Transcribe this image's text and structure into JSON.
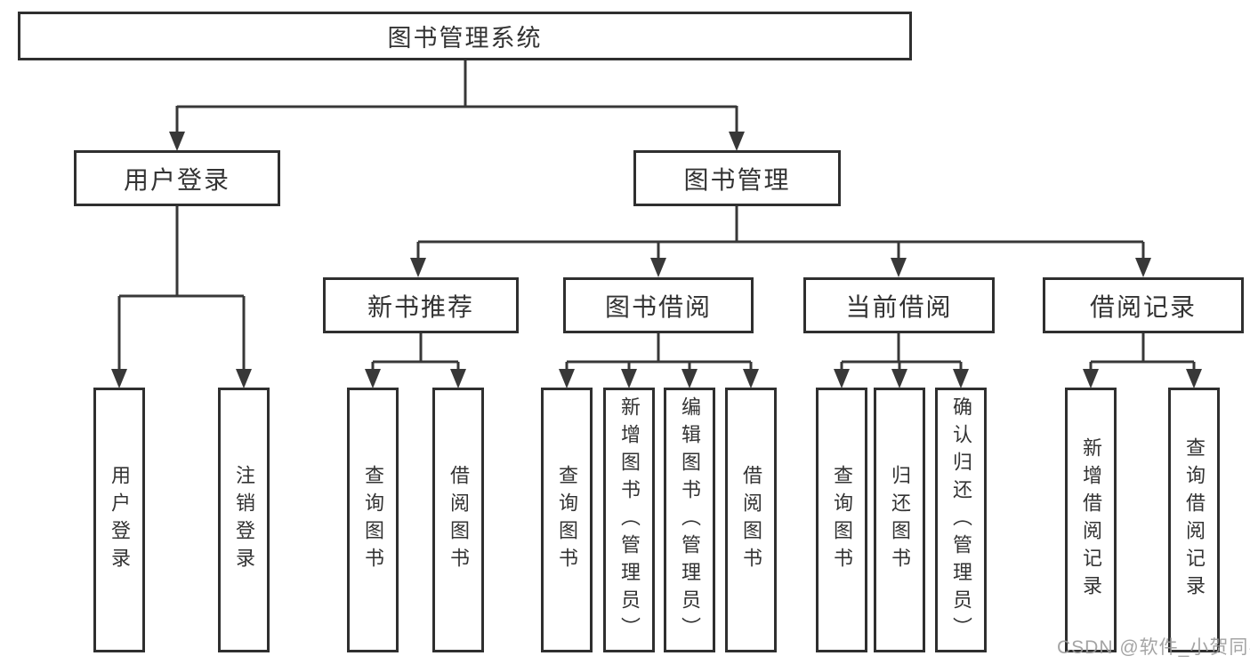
{
  "diagram": {
    "root": "图书管理系统",
    "level2": [
      "用户登录",
      "图书管理"
    ],
    "level3": [
      "新书推荐",
      "图书借阅",
      "当前借阅",
      "借阅记录"
    ],
    "leaves": {
      "user_login": [
        "用户登录",
        "注销登录"
      ],
      "new_book_recommend": [
        "查询图书",
        "借阅图书"
      ],
      "book_borrow": [
        "查询图书",
        "新增图书（管理员）",
        "编辑图书（管理员）",
        "借阅图书"
      ],
      "current_borrow": [
        "查询图书",
        "归还图书",
        "确认归还（管理员）"
      ],
      "borrow_records": [
        "新增借阅记录",
        "查询借阅记录"
      ]
    }
  },
  "watermark": {
    "text": "CSDN @软件_小贺同学"
  },
  "colors": {
    "line": "#383838",
    "box_border": "#2f2f2f",
    "text": "#333333",
    "watermark": "#9b9b9b",
    "background": "#ffffff"
  }
}
